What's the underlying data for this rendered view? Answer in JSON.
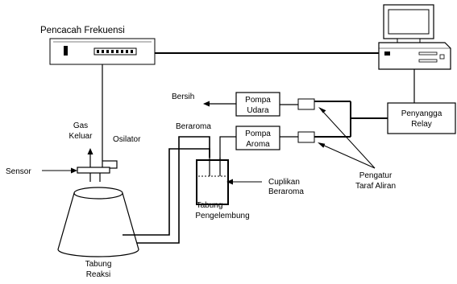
{
  "labels": {
    "frequency_counter": "Pencacah Frekuensi",
    "clean": "Bersih",
    "air_pump": [
      "Pompa",
      "Udara"
    ],
    "aroma_pump": [
      "Pompa",
      "Aroma"
    ],
    "relay_buffer": [
      "Penyangga",
      "Relay"
    ],
    "aromatic": "Beraroma",
    "gas_out": [
      "Gas",
      "Keluar"
    ],
    "oscillator": "Osilator",
    "sensor": "Sensor",
    "aromatic_sample": [
      "Cuplikan",
      "Beraroma"
    ],
    "bubbler_tube": [
      "Tabung",
      "Pengelembung"
    ],
    "flow_regulator": [
      "Pengatur",
      "Taraf Aliran"
    ],
    "reaction_tube": [
      "Tabung",
      "Reaksi"
    ]
  }
}
